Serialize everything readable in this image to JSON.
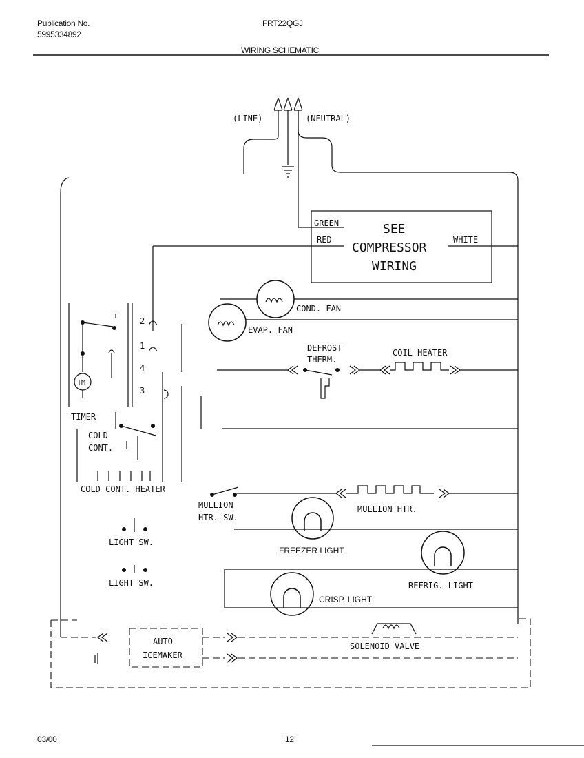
{
  "header": {
    "publication_label": "Publication No.",
    "publication_number": "5995334892",
    "model": "FRT22QGJ",
    "title": "WIRING SCHEMATIC"
  },
  "footer": {
    "date": "03/00",
    "page": "12"
  },
  "schematic": {
    "line_label": "(LINE)",
    "neutral_label": "(NEUTRAL)",
    "compressor": {
      "see": "SEE",
      "compressor": "COMPRESSOR",
      "wiring": "WIRING",
      "green": "GREEN",
      "red": "RED",
      "white": "WHITE"
    },
    "cond_fan": "COND. FAN",
    "evap_fan": "EVAP. FAN",
    "timer": "TIMER",
    "timer_motor": "TM",
    "timer_terminals": [
      "2",
      "1",
      "4",
      "3"
    ],
    "defrost_therm_1": "DEFROST",
    "defrost_therm_2": "THERM.",
    "coil_heater": "COIL HEATER",
    "cold_cont_1": "COLD",
    "cold_cont_2": "CONT.",
    "cold_cont_heater": "COLD CONT. HEATER",
    "mullion_sw_1": "MULLION",
    "mullion_sw_2": "HTR. SW.",
    "mullion_htr": "MULLION HTR.",
    "light_sw_1": "LIGHT SW.",
    "light_sw_2": "LIGHT SW.",
    "freezer_light": "FREEZER LIGHT",
    "refrig_light": "REFRIG. LIGHT",
    "crisp_light": "CRISP. LIGHT",
    "auto_1": "AUTO",
    "auto_2": "ICEMAKER",
    "solenoid_valve": "SOLENOID VALVE"
  }
}
